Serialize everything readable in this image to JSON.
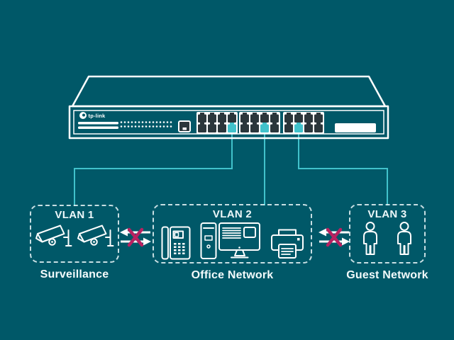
{
  "colors": {
    "background": "#005868",
    "outline": "#ffffff",
    "text": "#eef8fa",
    "accent_cyan": "#41c2cb",
    "port_dark": "#2b363b",
    "blocked_x": "#b72160"
  },
  "switch": {
    "brand": "tp-link",
    "port_rows": 2,
    "port_columns": 4,
    "port_groups": 3,
    "highlighted_port_per_group": [
      3,
      2,
      1
    ],
    "leds": {
      "rows": 2,
      "columns": 15
    }
  },
  "vlans": [
    {
      "label": "VLAN 1",
      "network": "Surveillance",
      "devices": [
        "cctv-camera",
        "cctv-camera"
      ]
    },
    {
      "label": "VLAN 2",
      "network": "Office Network",
      "devices": [
        "ip-phone",
        "desktop-computer",
        "printer"
      ]
    },
    {
      "label": "VLAN 3",
      "network": "Guest Network",
      "devices": [
        "person",
        "person"
      ]
    }
  ],
  "blocked_links": [
    {
      "between": [
        "VLAN 1",
        "VLAN 2"
      ]
    },
    {
      "between": [
        "VLAN 2",
        "VLAN 3"
      ]
    }
  ]
}
